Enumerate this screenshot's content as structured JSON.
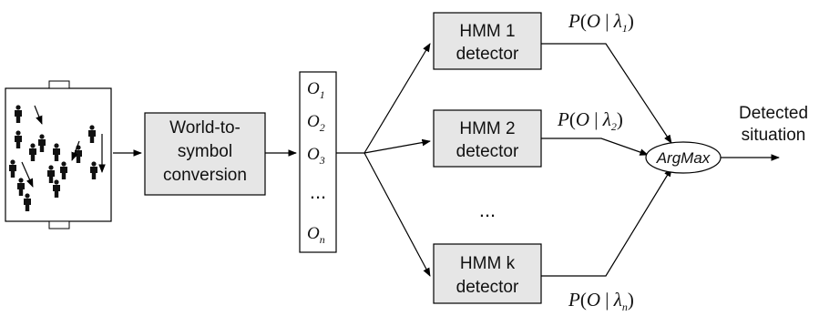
{
  "converter": {
    "line1": "World-to-",
    "line2": "symbol",
    "line3": "conversion"
  },
  "observations": {
    "items": [
      {
        "symbol": "O",
        "sub": "1"
      },
      {
        "symbol": "O",
        "sub": "2"
      },
      {
        "symbol": "O",
        "sub": "3"
      },
      {
        "symbol": "O",
        "sub": "n"
      }
    ],
    "ellipsis": "..."
  },
  "detectors": [
    {
      "line1": "HMM 1",
      "line2": "detector"
    },
    {
      "line1": "HMM 2",
      "line2": "detector"
    },
    {
      "line1": "HMM k",
      "line2": "detector"
    }
  ],
  "detector_ellipsis": "...",
  "probabilities": [
    {
      "prefix": "P",
      "open": "(",
      "var": "O",
      "bar": " | ",
      "lambda": "λ",
      "sub": "1",
      "close": ")"
    },
    {
      "prefix": "P",
      "open": "(",
      "var": "O",
      "bar": " | ",
      "lambda": "λ",
      "sub": "2",
      "close": ")"
    },
    {
      "prefix": "P",
      "open": "(",
      "var": "O",
      "bar": " | ",
      "lambda": "λ",
      "sub": "n",
      "close": ")"
    }
  ],
  "argmax": "ArgMax",
  "output": {
    "line1": "Detected",
    "line2": "situation"
  },
  "colors": {
    "box_fill": "#e6e6e6",
    "stroke": "#000000",
    "person": "#111111"
  }
}
